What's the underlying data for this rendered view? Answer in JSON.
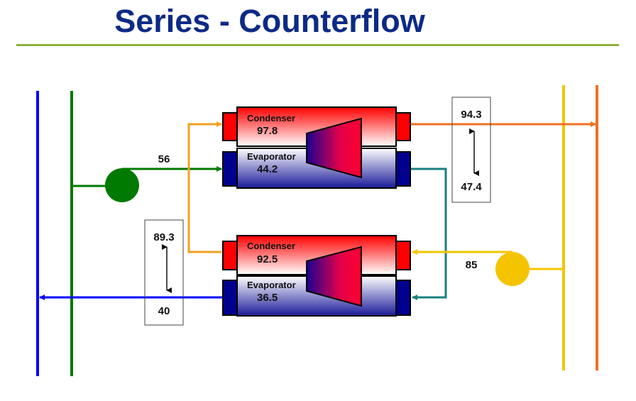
{
  "title": "Series - Counterflow",
  "colors": {
    "title": "#0c2a86",
    "divider": "#8fb03c",
    "chilled_supply": "#0000ff",
    "chilled_return": "#007a00",
    "condenser_supply": "#f5c400",
    "condenser_return": "#f07020",
    "condenser_interstage": "#f5a020",
    "evaporator_interstage": "#1a8080"
  },
  "chillers": [
    {
      "name": "upper-chiller",
      "condenser_label": "Condenser",
      "condenser_temp": "97.8",
      "evaporator_label": "Evaporator",
      "evaporator_temp": "44.2"
    },
    {
      "name": "lower-chiller",
      "condenser_label": "Condenser",
      "condenser_temp": "92.5",
      "evaporator_label": "Evaporator",
      "evaporator_temp": "36.5"
    }
  ],
  "chilled_water_return_temp": "56",
  "condenser_water_supply_temp": "85",
  "condenser_range": {
    "top": "94.3",
    "bottom": "47.4"
  },
  "chilled_range": {
    "top": "89.3",
    "bottom": "40"
  }
}
